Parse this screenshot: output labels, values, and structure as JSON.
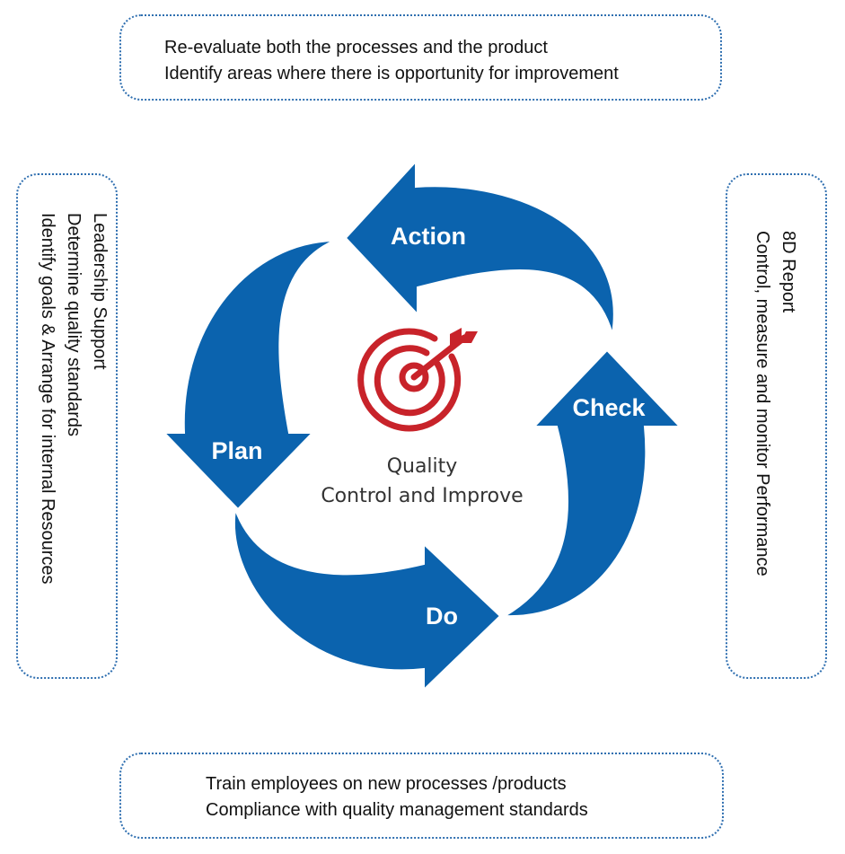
{
  "diagram": {
    "center": {
      "title": "Quality",
      "subtitle": "Control and Improve",
      "icon": "target-icon"
    },
    "stages": {
      "action": "Action",
      "check": "Check",
      "do": "Do",
      "plan": "Plan"
    },
    "notes": {
      "top": {
        "line1": "Re-evaluate both the processes and the product",
        "line2": "Identify areas where there is opportunity for improvement"
      },
      "right": {
        "line1": "8D Report",
        "line2": "Control, measure and monitor Performance"
      },
      "bottom": {
        "line1": "Train employees on new processes /products",
        "line2": "Compliance with quality management standards"
      },
      "left": {
        "line1": "Leadership Support",
        "line2": "Determine quality standards",
        "line3": "Identify goals & Arrange for internal Resources"
      }
    },
    "colors": {
      "arrow": "#0b63ae",
      "target": "#c8232a",
      "border": "#2f6fb0"
    }
  }
}
